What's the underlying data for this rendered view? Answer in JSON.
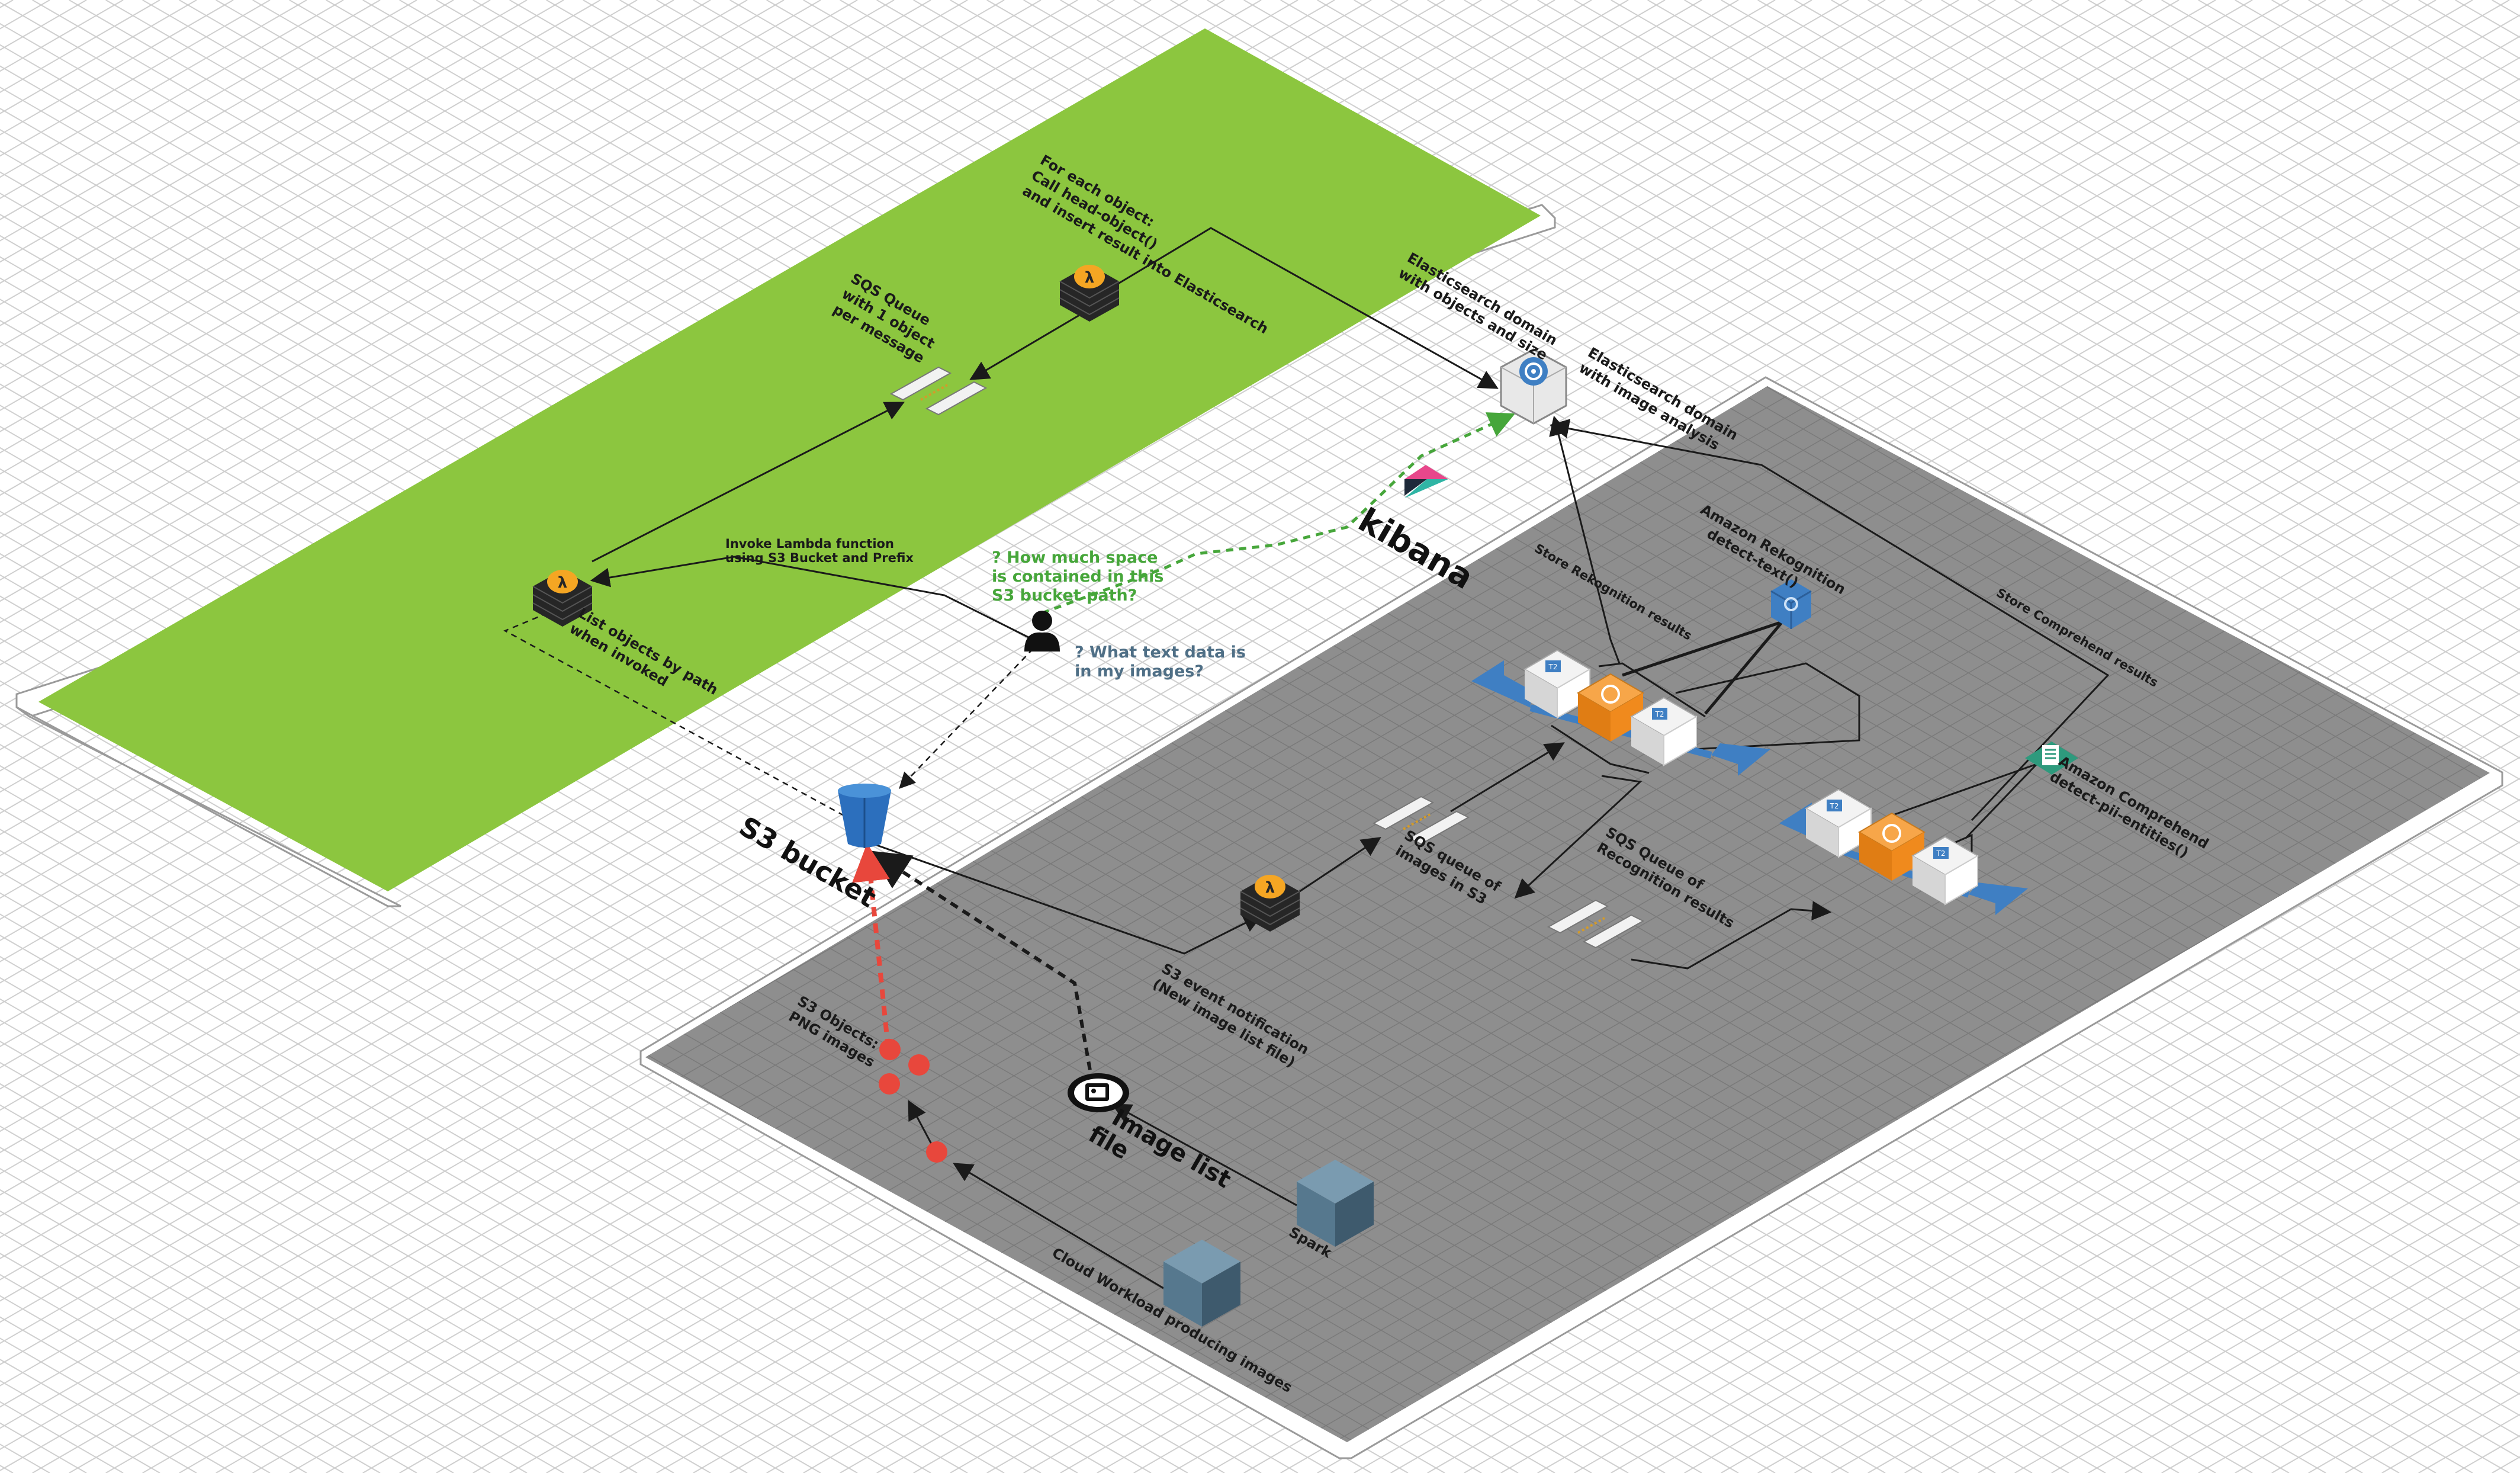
{
  "colors": {
    "green_plane": "#8cc63f",
    "gray_plane": "#8e8e8e",
    "grid_line": "#cfcfcf",
    "arrow": "#1a1a1a",
    "query_green": "#46a63a",
    "query_blue": "#4f6f86",
    "s3_objects_red": "#e8473c",
    "rekognition_blue": "#3f7fc3",
    "comprehend_teal": "#2e9a7d",
    "lambda_dark": "#262626",
    "ec2_steel": "#56788e"
  },
  "labels": {
    "for_each_object": [
      "For each object:",
      "Call head-object()",
      "and insert result into Elasticsearch"
    ],
    "sqs_one_object": [
      "SQS Queue",
      "with 1 object",
      "per message"
    ],
    "list_objects": [
      "List objects by path",
      "when invoked"
    ],
    "invoke_lambda": [
      "Invoke Lambda function",
      "using S3 Bucket and Prefix"
    ],
    "es_objects_size": [
      "Elasticsearch domain",
      "with objects and size"
    ],
    "es_image_analysis": [
      "Elasticsearch domain",
      "with image analysis"
    ],
    "kibana": "kibana",
    "question_space": [
      "? How much space",
      "is contained in this",
      "S3 bucket path?"
    ],
    "question_text": [
      "? What text data is",
      "in my images?"
    ],
    "s3_bucket": "S3 bucket",
    "s3_objects": [
      "S3 Objects:",
      "PNG images"
    ],
    "image_list_file": [
      "Image list",
      "file"
    ],
    "spark": "Spark",
    "cloud_workload": "Cloud Workload producing images",
    "s3_event": [
      "S3 event notification",
      "(New image list file)"
    ],
    "sqs_images": [
      "SQS queue of",
      "images in S3"
    ],
    "sqs_recognition": [
      "SQS Queue of",
      "Recognition results"
    ],
    "rekognition": [
      "Amazon Rekognition",
      "detect-text()"
    ],
    "comprehend": [
      "Amazon Comprehend",
      "detect-pii-entities()"
    ],
    "store_rekognition": "Store Rekognition results",
    "store_comprehend": "Store Comprehend results",
    "t2": "T2"
  },
  "icons": [
    "lambda-icon",
    "sqs-queue-icon",
    "elasticsearch-icon",
    "kibana-logo-icon",
    "user-icon",
    "s3-bucket-icon",
    "image-file-icon",
    "ec2-instance-icon",
    "rekognition-icon",
    "comprehend-icon",
    "auto-scaling-group-icon"
  ]
}
